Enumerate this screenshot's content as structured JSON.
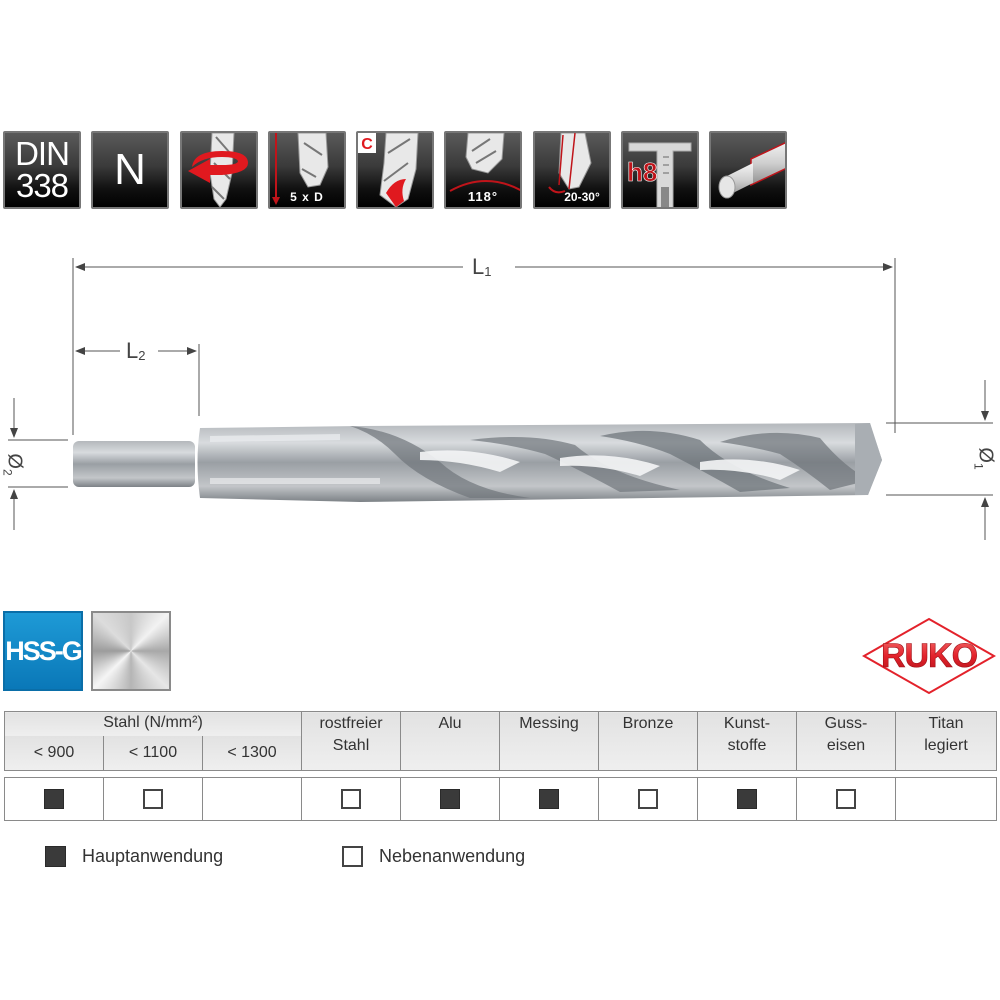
{
  "feature_icons": [
    {
      "name": "din-standard",
      "line1": "DIN",
      "line2": "338"
    },
    {
      "name": "type",
      "label": "N"
    },
    {
      "name": "right-hand-cutting",
      "label": ""
    },
    {
      "name": "drilling-depth",
      "label": "5 x D"
    },
    {
      "name": "cutting-edge-correction",
      "label": "C"
    },
    {
      "name": "point-angle",
      "label": "118°"
    },
    {
      "name": "helix-angle",
      "label": "20-30°"
    },
    {
      "name": "shank-tolerance",
      "label": "h8"
    },
    {
      "name": "reduced-shank",
      "label": ""
    }
  ],
  "drawing": {
    "L1": "L",
    "L1_sub": "1",
    "L2": "L",
    "L2_sub": "2",
    "d1": "Ø",
    "d1_sub": "1",
    "d2": "Ø",
    "d2_sub": "2"
  },
  "material": {
    "badge": "HSS-G",
    "surface": "bright finish",
    "brand": "RUKO",
    "brand_color": "#e3222b",
    "badge_color": "#1591cf"
  },
  "table": {
    "group_header": "Stahl (N/mm²)",
    "stahl_columns": [
      "< 900",
      "< 1100",
      "< 1300"
    ],
    "columns": [
      {
        "line1": "rostfreier",
        "line2": "Stahl"
      },
      {
        "line1": "Alu",
        "line2": ""
      },
      {
        "line1": "Messing",
        "line2": ""
      },
      {
        "line1": "Bronze",
        "line2": ""
      },
      {
        "line1": "Kunst-",
        "line2": "stoffe"
      },
      {
        "line1": "Guss-",
        "line2": "eisen"
      },
      {
        "line1": "Titan",
        "line2": "legiert"
      }
    ],
    "values": [
      "main",
      "secondary",
      "none",
      "secondary",
      "main",
      "main",
      "secondary",
      "main",
      "secondary",
      "none"
    ]
  },
  "legend": {
    "main_label": "Hauptanwendung",
    "secondary_label": "Nebenanwendung"
  }
}
